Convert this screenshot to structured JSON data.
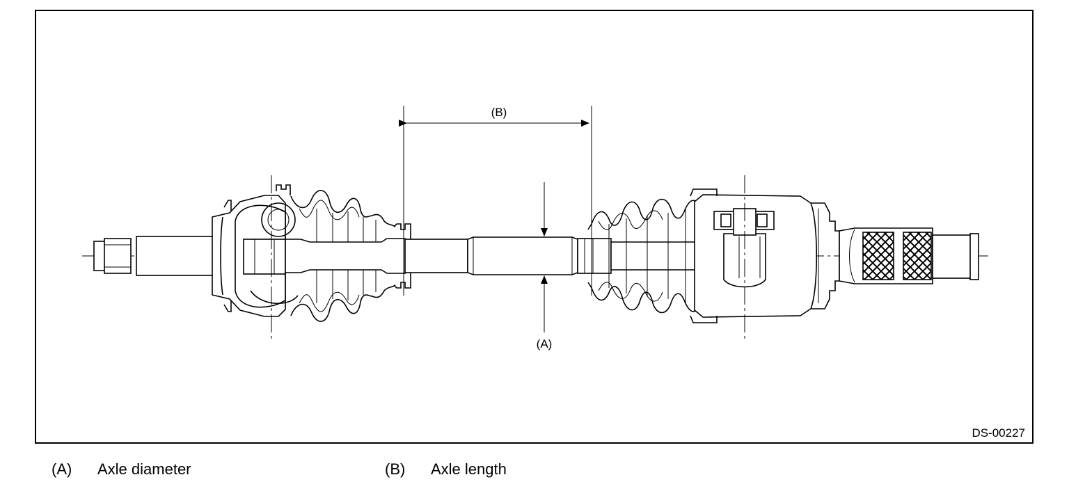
{
  "figure": {
    "code": "DS-00227",
    "label_a": "(A)",
    "label_b": "(B)"
  },
  "legend": [
    {
      "tag": "(A)",
      "text": "Axle diameter"
    },
    {
      "tag": "(B)",
      "text": "Axle length"
    }
  ]
}
